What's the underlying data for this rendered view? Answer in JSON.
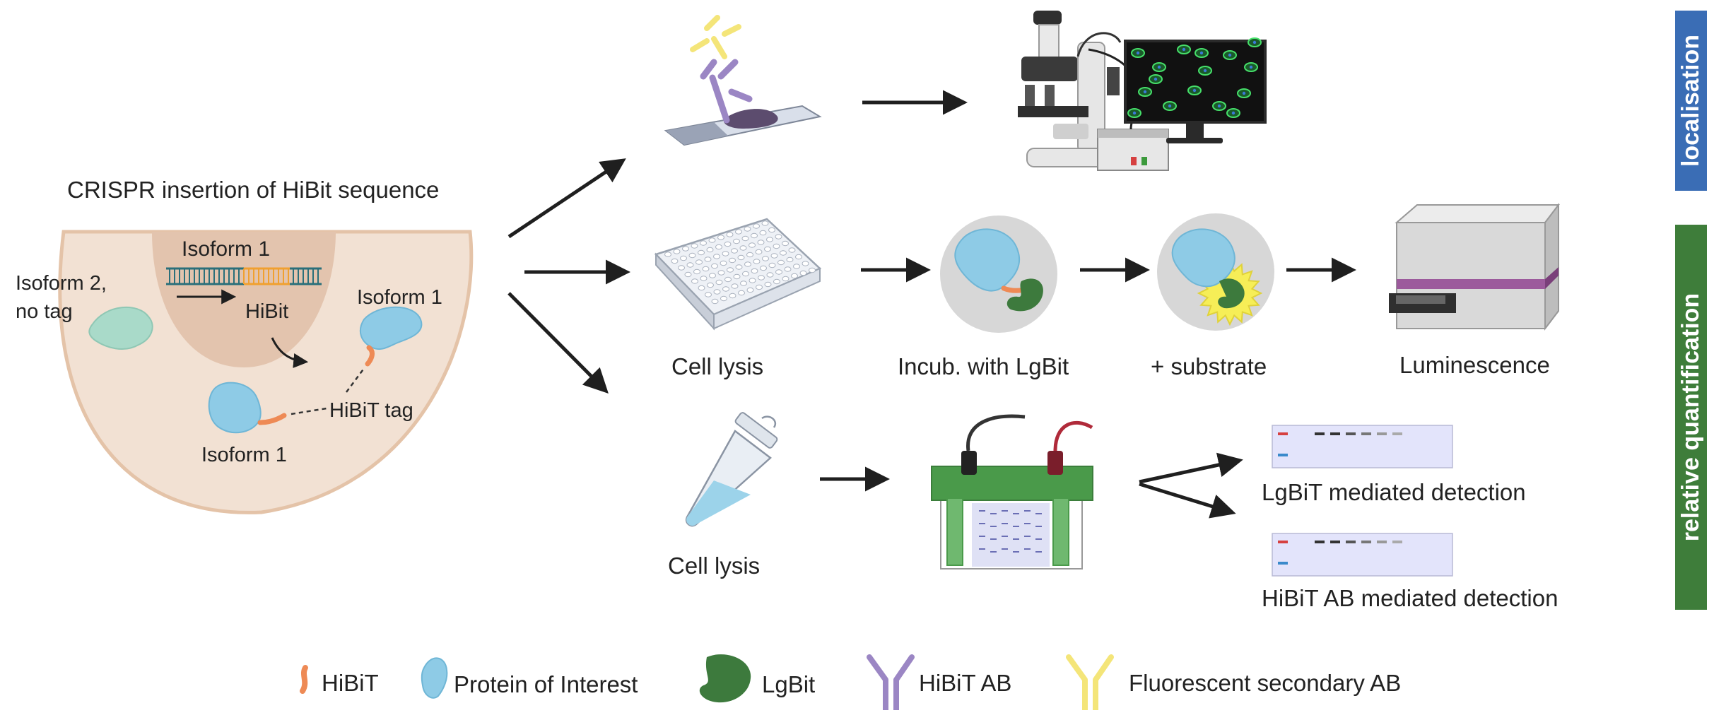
{
  "left_panel": {
    "title": "CRISPR insertion of HiBit sequence",
    "isoform_nucleus": "Isoform 1",
    "hibit_dna": "HiBit",
    "isoform2": [
      "Isoform 2,",
      "no tag"
    ],
    "isoform_right": "Isoform 1",
    "hibit_tag": "HiBiT tag",
    "isoform_bottom": "Isoform 1"
  },
  "middle": {
    "lysis_plate": "Cell lysis",
    "incub": "Incub. with LgBit",
    "substrate": "+ substrate",
    "luminescence": "Luminescence",
    "lysis_tube": "Cell lysis",
    "lgbit_detect": "LgBiT mediated detection",
    "ab_detect": "HiBiT AB mediated detection"
  },
  "side": {
    "localisation": "localisation",
    "quantification": "relative quantification",
    "localisation_color": "#3a6db5",
    "quantification_color": "#3e7d3a"
  },
  "legend": {
    "hibit": "HiBiT",
    "protein": "Protein of Interest",
    "lgbit": "LgBit",
    "hibit_ab": "HiBiT AB",
    "fluor_ab": "Fluorescent secondary AB"
  },
  "colors": {
    "cell": "#f1e1d4",
    "nucleus": "#e2c2ad",
    "protein": "#8ecbe6",
    "hibit": "#ee8a55",
    "lgbit": "#3d7a3d",
    "hibit_ab": "#9b86c4",
    "fluor_ab": "#f4e579",
    "gel_green": "#4a9a4a"
  }
}
